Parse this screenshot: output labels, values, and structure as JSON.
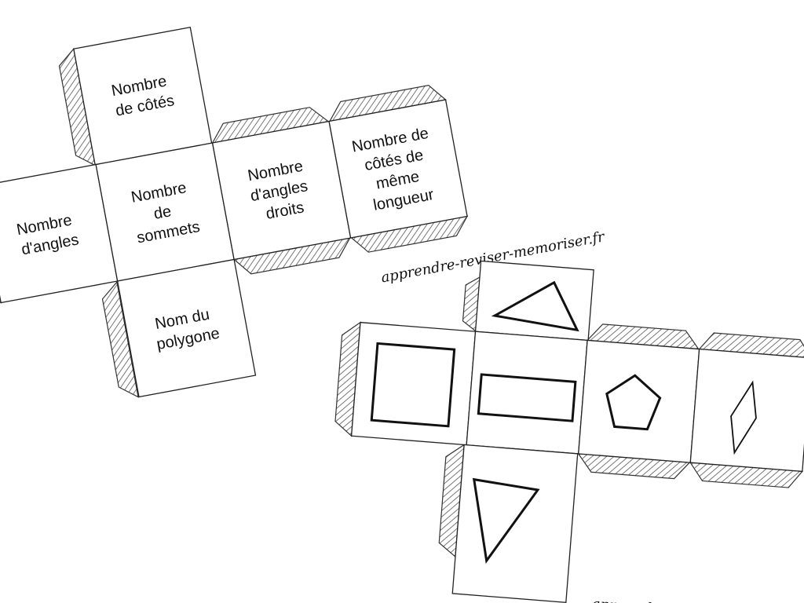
{
  "dice_text": {
    "faces": [
      {
        "id": "cotes",
        "lines": [
          "Nombre",
          "de côtés"
        ]
      },
      {
        "id": "cotes-meme-longueur",
        "lines": [
          "Nombre de",
          "côtés de",
          "même",
          "longueur"
        ]
      },
      {
        "id": "angles-droits",
        "lines": [
          "Nombre",
          "d'angles",
          "droits"
        ]
      },
      {
        "id": "sommets",
        "lines": [
          "Nombre",
          "de",
          "sommets"
        ]
      },
      {
        "id": "angles",
        "lines": [
          "Nombre",
          "d'angles"
        ]
      },
      {
        "id": "nom",
        "lines": [
          "Nom du",
          "polygone"
        ]
      }
    ]
  },
  "dice_shapes": {
    "faces": [
      {
        "id": "triangle-top",
        "icon": "triangle-icon"
      },
      {
        "id": "square",
        "icon": "square-icon"
      },
      {
        "id": "rectangle",
        "icon": "rectangle-icon"
      },
      {
        "id": "pentagon",
        "icon": "pentagon-icon"
      },
      {
        "id": "rhombus",
        "icon": "rhombus-icon"
      },
      {
        "id": "triangle-bottom",
        "icon": "triangle-icon"
      }
    ]
  },
  "watermark": {
    "main": "apprendre-reviser-memoriser.fr",
    "partial": "apprend"
  },
  "colors": {
    "line": "#111111",
    "hatch": "#555555",
    "paper": "#ffffff"
  }
}
